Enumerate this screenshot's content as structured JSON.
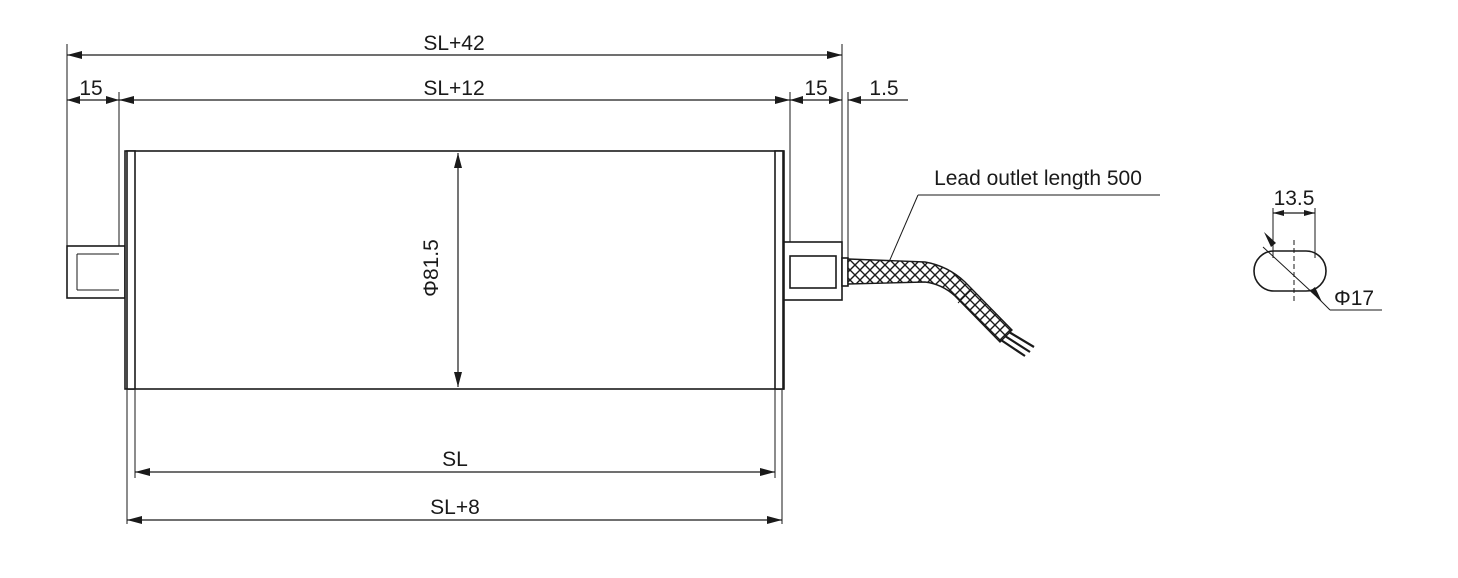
{
  "dimensions": {
    "overall_length": "SL+42",
    "end_cap_left": "15",
    "inner_length": "SL+12",
    "end_cap_right": "15",
    "gap": "1.5",
    "diameter": "Φ81.5",
    "shaft_length": "SL",
    "tube_length": "SL+8",
    "flat_width": "13.5",
    "shaft_diameter": "Φ17"
  },
  "notes": {
    "lead_outlet": "Lead outlet length 500"
  }
}
